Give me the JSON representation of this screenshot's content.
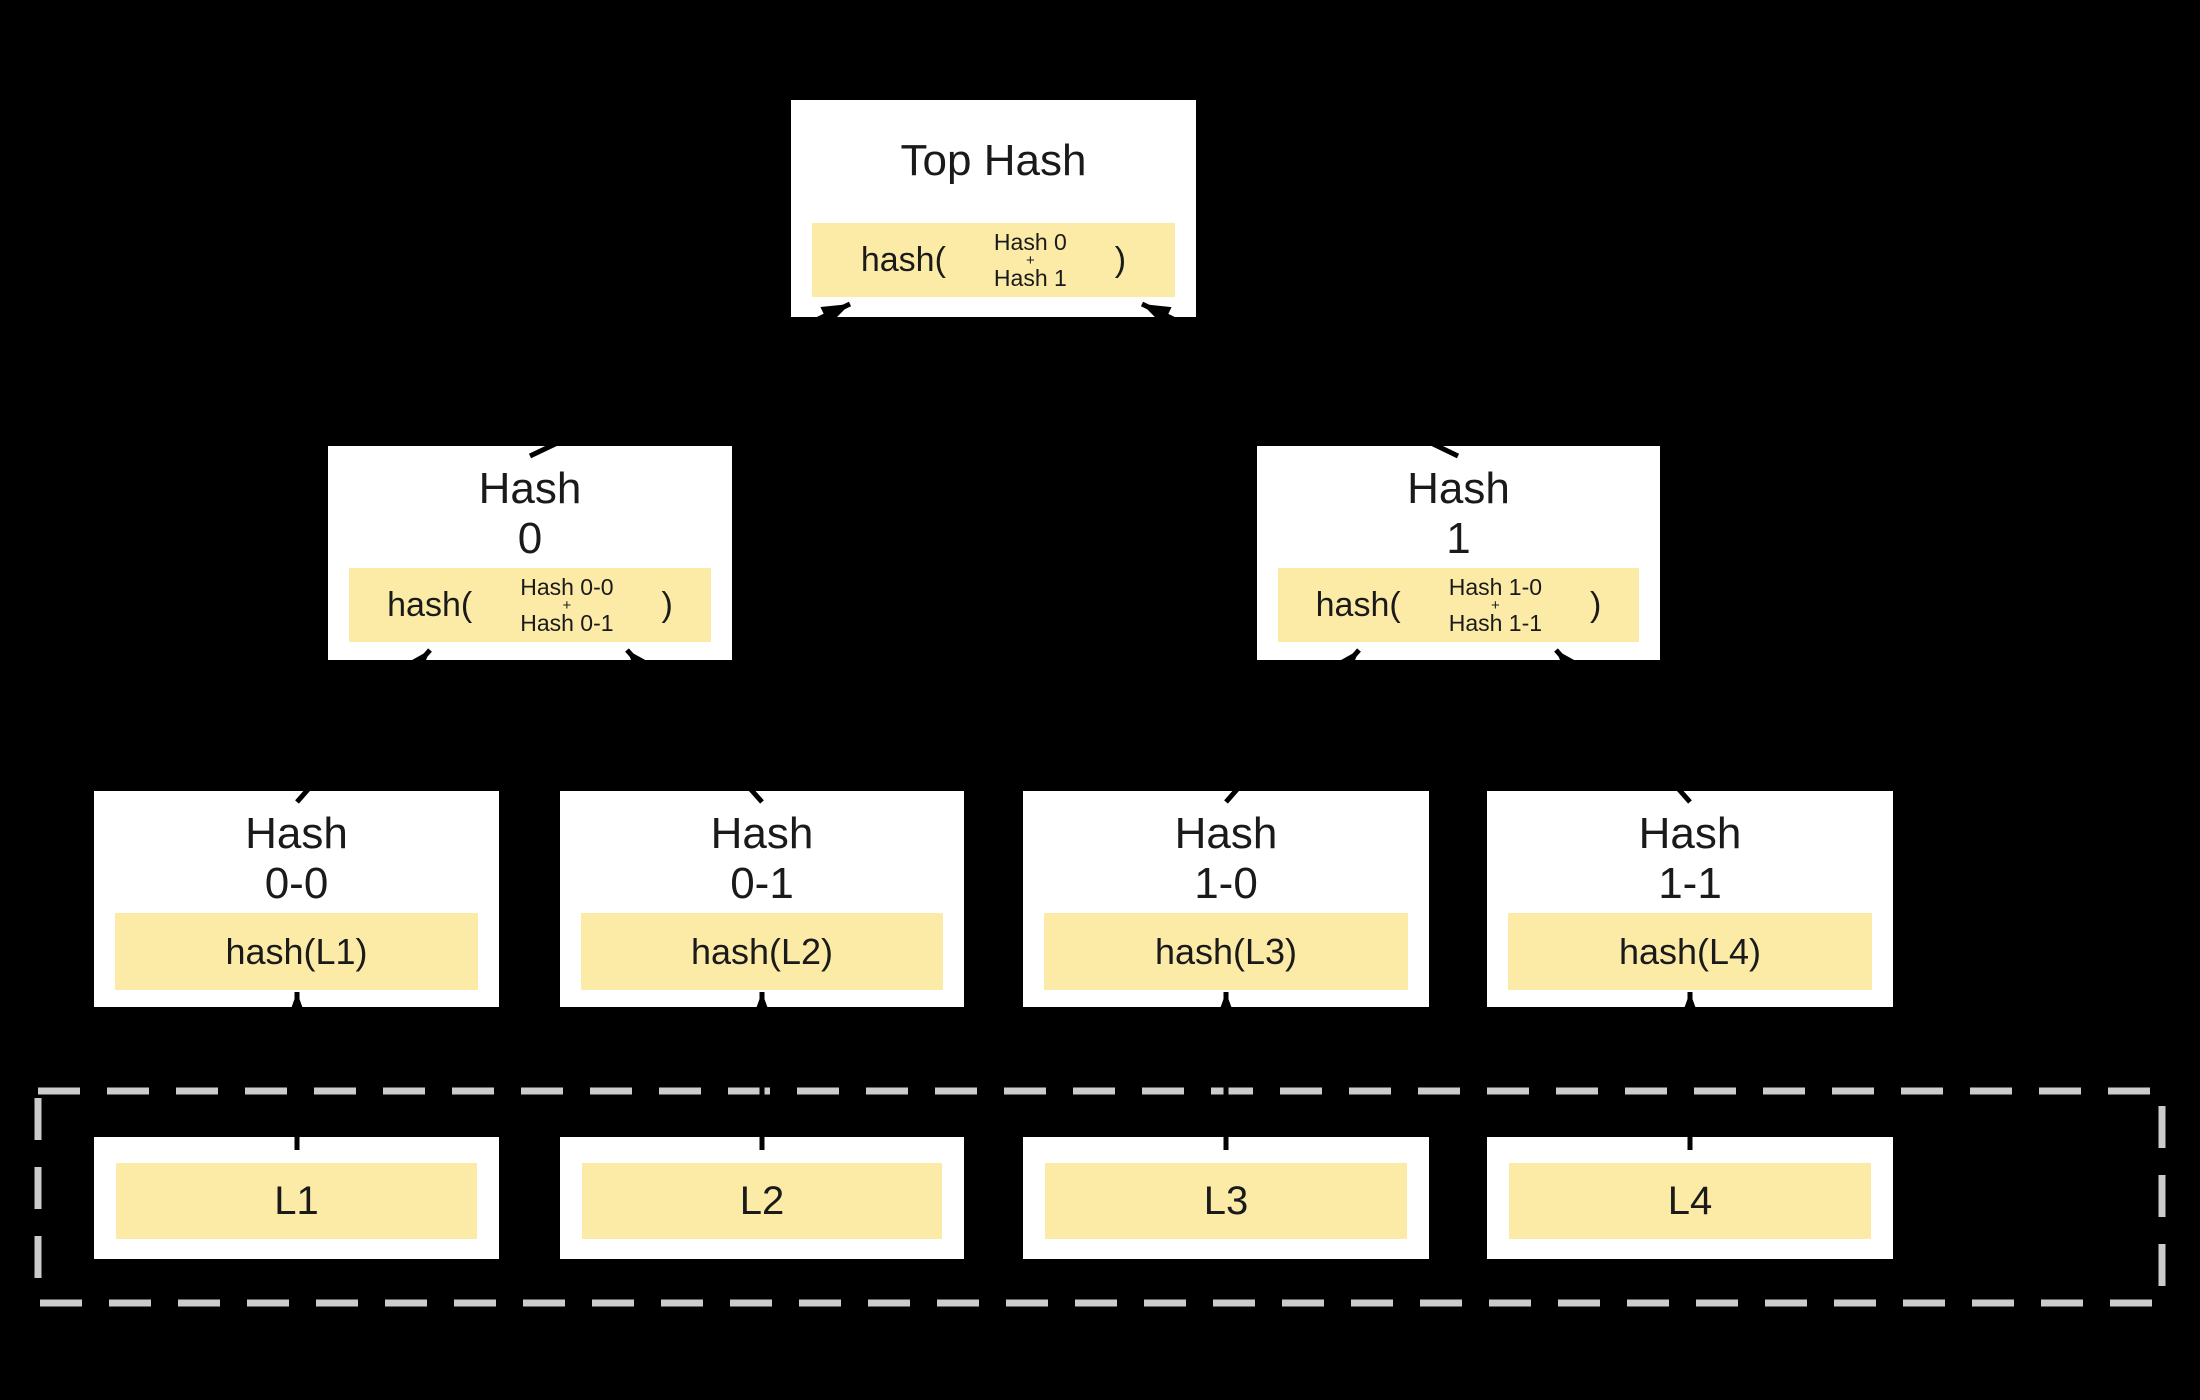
{
  "diagram": {
    "kind": "merkle-hash-tree",
    "colors": {
      "background": "#000000",
      "node_fill": "#ffffff",
      "highlight_fill": "#FBEBA6",
      "text": "#1a1a1a",
      "dashed_border": "#CCCCCC",
      "arrow": "#000000"
    }
  },
  "nodes": {
    "top": {
      "title": "Top Hash",
      "func": "hash(",
      "arg1": "Hash 0",
      "op": "+",
      "arg2": "Hash 1",
      "close": ")"
    },
    "hash0": {
      "title1": "Hash",
      "title2": "0",
      "func": "hash(",
      "arg1": "Hash 0-0",
      "op": "+",
      "arg2": "Hash 0-1",
      "close": ")"
    },
    "hash1": {
      "title1": "Hash",
      "title2": "1",
      "func": "hash(",
      "arg1": "Hash 1-0",
      "op": "+",
      "arg2": "Hash 1-1",
      "close": ")"
    },
    "leaves": [
      {
        "title1": "Hash",
        "title2": "0-0",
        "hash": "hash(L1)"
      },
      {
        "title1": "Hash",
        "title2": "0-1",
        "hash": "hash(L2)"
      },
      {
        "title1": "Hash",
        "title2": "1-0",
        "hash": "hash(L3)"
      },
      {
        "title1": "Hash",
        "title2": "1-1",
        "hash": "hash(L4)"
      }
    ],
    "blocks": [
      {
        "label": "L1"
      },
      {
        "label": "L2"
      },
      {
        "label": "L3"
      },
      {
        "label": "L4"
      }
    ]
  }
}
